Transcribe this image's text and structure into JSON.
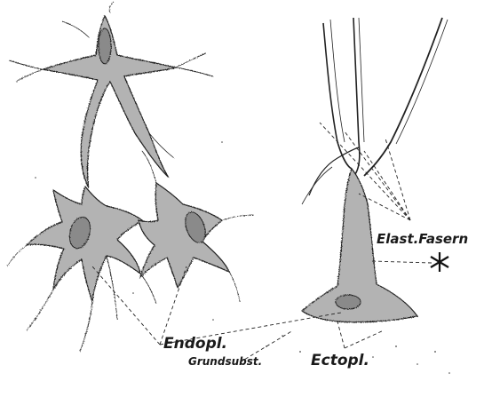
{
  "figure": {
    "labels": {
      "elastic_fibers": "Elast.Fasern",
      "endoplasm": "Endopl.",
      "ground_substance": "Grundsubst.",
      "ectoplasm": "Ectopl.",
      "asterisk": "*"
    },
    "colors": {
      "cell_fill": "#b3b3b3",
      "nucleus_fill": "#8a8a8a",
      "ink": "#222222",
      "background": "#ffffff"
    }
  }
}
